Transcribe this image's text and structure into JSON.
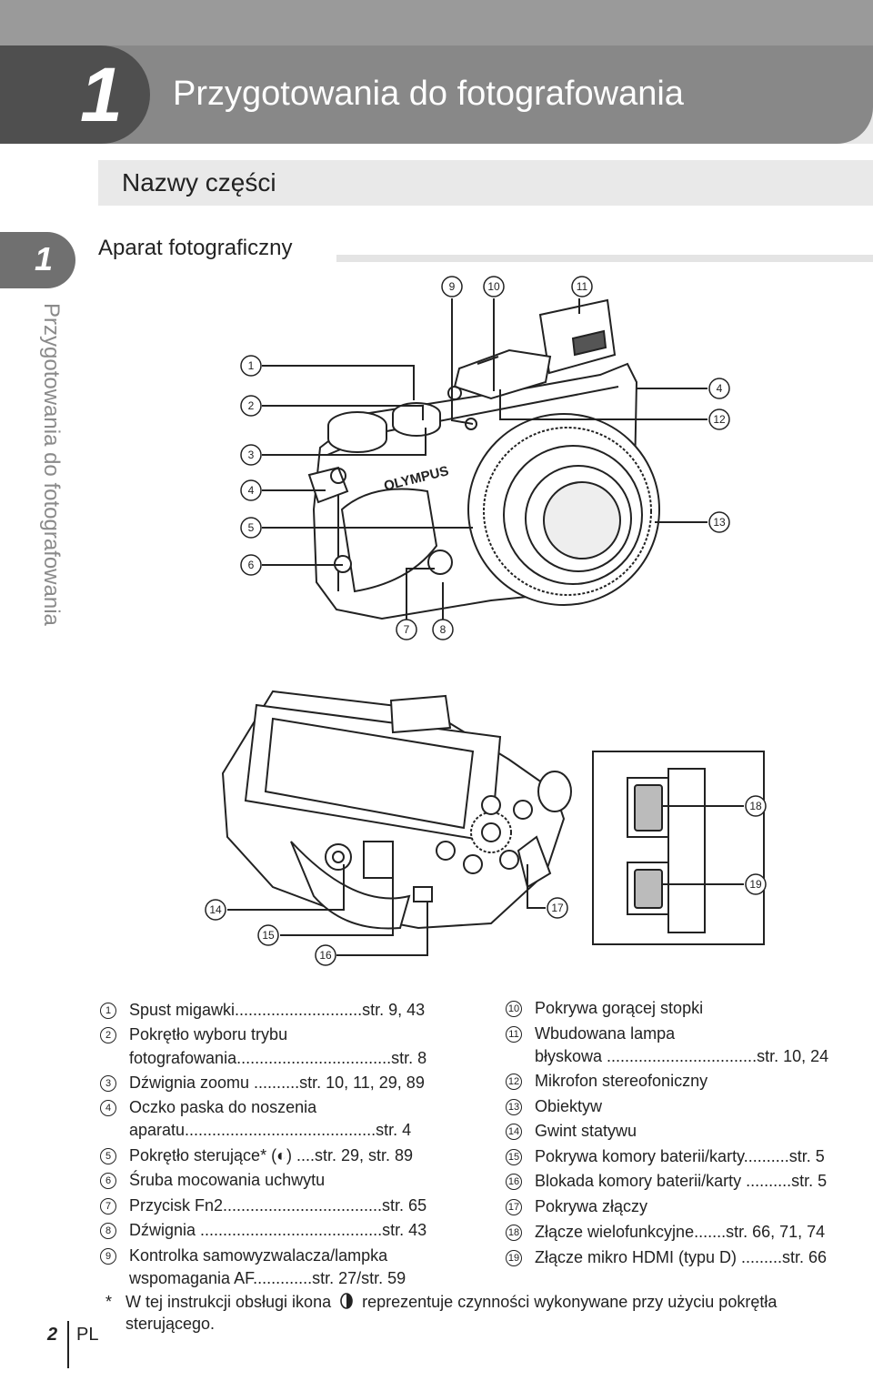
{
  "chapter": {
    "number": "1",
    "title": "Przygotowania do fotografowania"
  },
  "section": {
    "title": "Nazwy części"
  },
  "side_tab": {
    "number": "1",
    "vertical_text": "Przygotowania do fotografowania"
  },
  "subsection": {
    "title": "Aparat fotograficzny"
  },
  "figure": {
    "brand": "OLYMPUS",
    "callouts": [
      "1",
      "2",
      "3",
      "4",
      "5",
      "6",
      "7",
      "8",
      "9",
      "10",
      "11",
      "4",
      "12",
      "13",
      "14",
      "15",
      "16",
      "17",
      "18",
      "19"
    ]
  },
  "parts_left": [
    {
      "num": "1",
      "lines": [
        "Spust migawki............................str. 9, 43"
      ]
    },
    {
      "num": "2",
      "lines": [
        "Pokrętło wyboru trybu",
        "fotografowania..................................str. 8"
      ]
    },
    {
      "num": "3",
      "lines": [
        "Dźwignia zoomu ..........str. 10, 11, 29, 89"
      ]
    },
    {
      "num": "4",
      "lines": [
        "Oczko paska do noszenia",
        "aparatu..........................................str. 4"
      ]
    },
    {
      "num": "5",
      "lines": [
        "Pokrętło sterujące* (◐) ....str. 29, str. 89"
      ]
    },
    {
      "num": "6",
      "lines": [
        "Śruba mocowania uchwytu"
      ]
    },
    {
      "num": "7",
      "lines": [
        "Przycisk Fn2...................................str. 65"
      ]
    },
    {
      "num": "8",
      "lines": [
        "Dźwignia ........................................str. 43"
      ]
    },
    {
      "num": "9",
      "lines": [
        "Kontrolka samowyzwalacza/lampka",
        "wspomagania AF.............str. 27/str. 59"
      ]
    }
  ],
  "parts_right": [
    {
      "num": "10",
      "lines": [
        "Pokrywa gorącej stopki"
      ]
    },
    {
      "num": "11",
      "lines": [
        "Wbudowana lampa",
        "błyskowa .................................str. 10, 24"
      ]
    },
    {
      "num": "12",
      "lines": [
        "Mikrofon stereofoniczny"
      ]
    },
    {
      "num": "13",
      "lines": [
        "Obiektyw"
      ]
    },
    {
      "num": "14",
      "lines": [
        "Gwint statywu"
      ]
    },
    {
      "num": "15",
      "lines": [
        "Pokrywa komory baterii/karty..........str. 5"
      ]
    },
    {
      "num": "16",
      "lines": [
        "Blokada komory baterii/karty ..........str. 5"
      ]
    },
    {
      "num": "17",
      "lines": [
        "Pokrywa złączy"
      ]
    },
    {
      "num": "18",
      "lines": [
        "Złącze wielofunkcyjne.......str. 66, 71, 74"
      ]
    },
    {
      "num": "19",
      "lines": [
        "Złącze mikro HDMI (typu D) .........str. 66"
      ]
    }
  ],
  "footnote": {
    "star": "*",
    "text1": "W tej instrukcji obsługi ikona",
    "icon": "dial-icon",
    "text2": "reprezentuje czynności wykonywane przy użyciu pokrętła",
    "text3": "sterującego."
  },
  "footer": {
    "page": "2",
    "lang": "PL"
  }
}
